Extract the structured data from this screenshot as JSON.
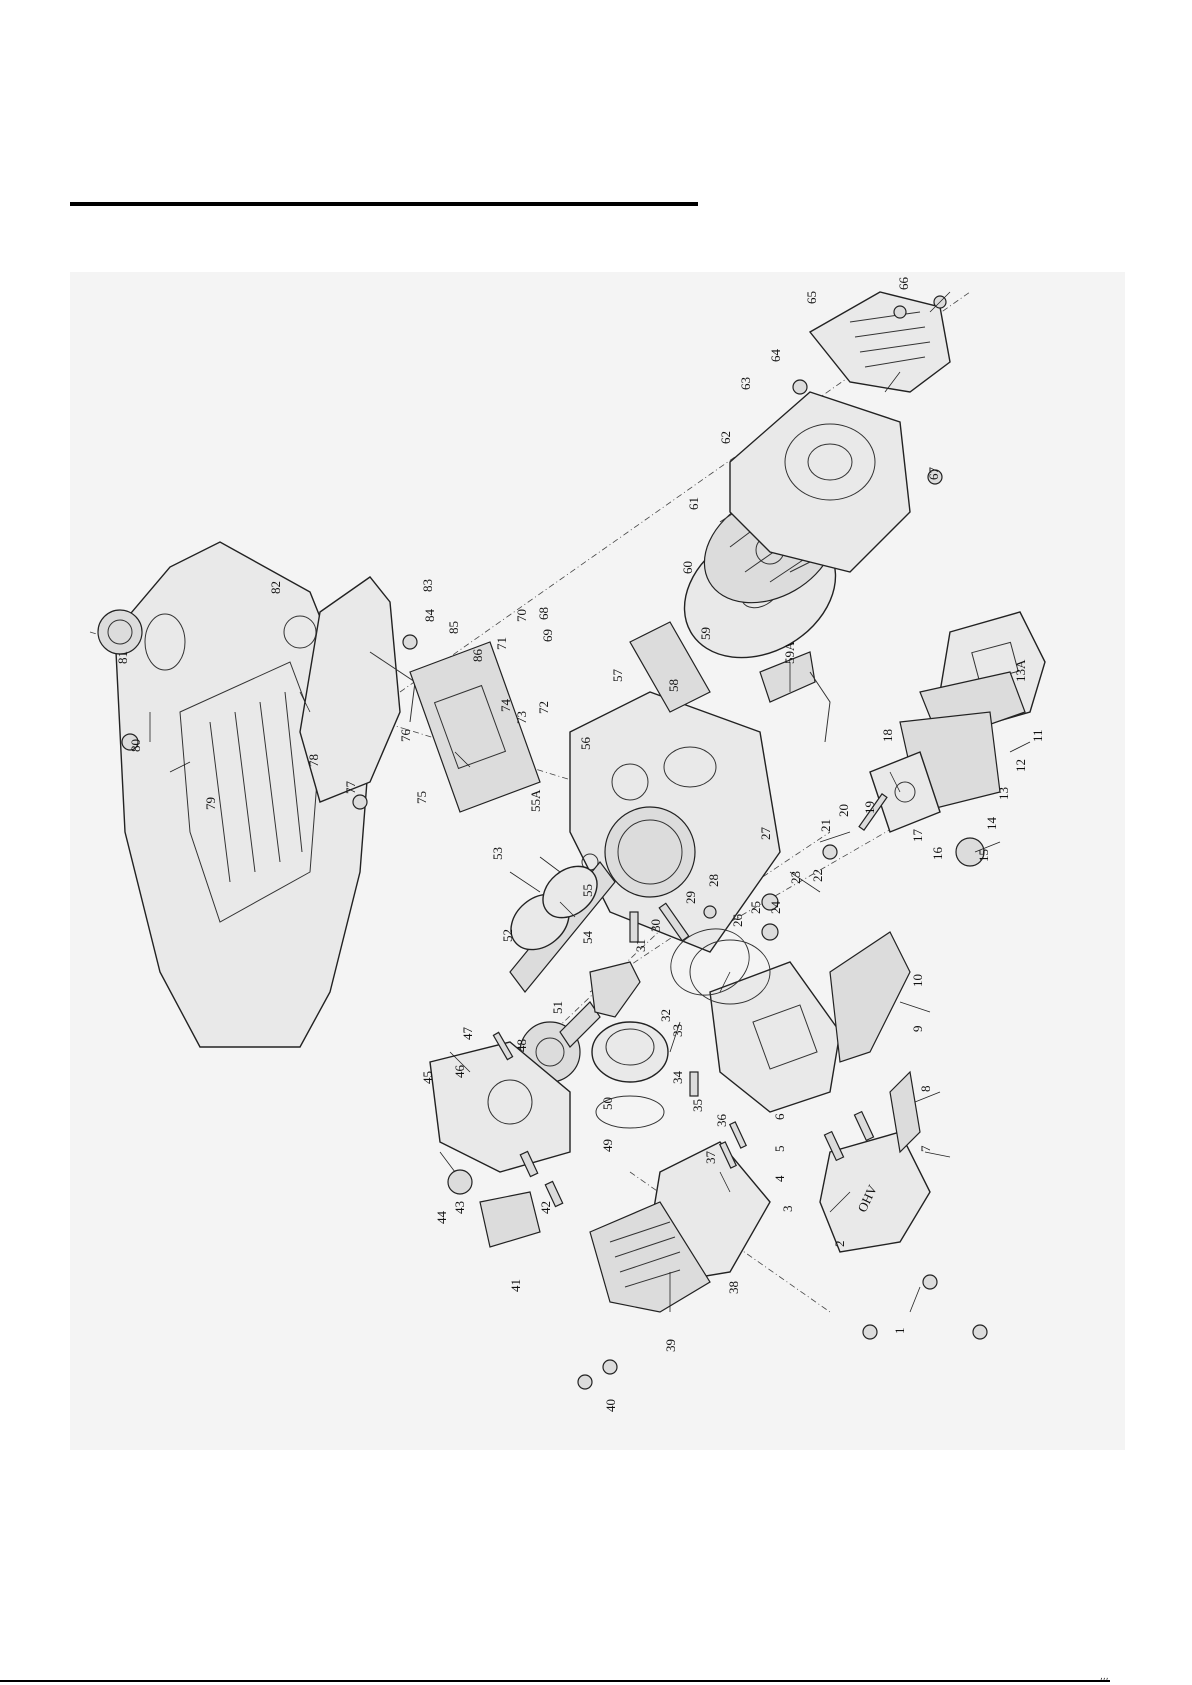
{
  "labels": [
    "1",
    "2",
    "3",
    "4",
    "5",
    "6",
    "7",
    "8",
    "9",
    "10",
    "11",
    "12",
    "13",
    "13A",
    "14",
    "15",
    "16",
    "17",
    "18",
    "19",
    "20",
    "21",
    "22",
    "23",
    "24",
    "25",
    "26",
    "27",
    "28",
    "29",
    "30",
    "31",
    "32",
    "33",
    "34",
    "35",
    "36",
    "37",
    "38",
    "39",
    "40",
    "41",
    "42",
    "43",
    "44",
    "45",
    "46",
    "47",
    "48",
    "49",
    "50",
    "51",
    "52",
    "53",
    "54",
    "55",
    "55A",
    "56",
    "57",
    "58",
    "59",
    "59A",
    "60",
    "61",
    "62",
    "63",
    "64",
    "65",
    "66",
    "67",
    "68",
    "69",
    "70",
    "71",
    "72",
    "73",
    "74",
    "75",
    "76",
    "77",
    "78",
    "79",
    "80",
    "81",
    "82",
    "83",
    "84",
    "85",
    "86"
  ],
  "logo_text": "OHV",
  "corner_mark": ",,,"
}
